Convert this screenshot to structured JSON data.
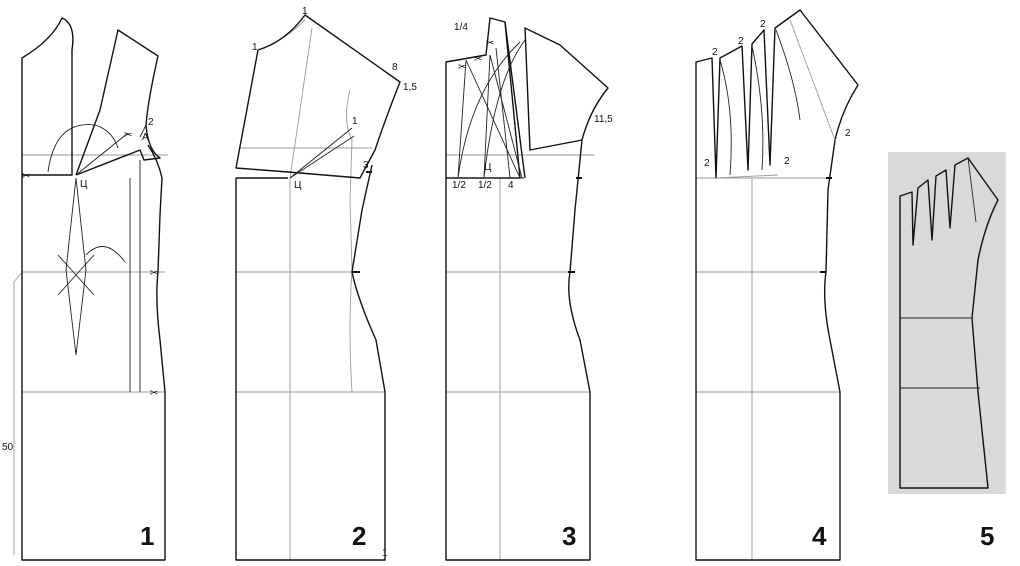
{
  "panels": [
    {
      "number": "1"
    },
    {
      "number": "2"
    },
    {
      "number": "3"
    },
    {
      "number": "4"
    },
    {
      "number": "5"
    }
  ],
  "labels": {
    "p1_two": "2",
    "p1_a": "А",
    "p1_c": "Ц",
    "p1_fifty": "50",
    "p2_one_top": "1",
    "p2_one_left": "1",
    "p2_eight": "8",
    "p2_onefive": "1,5",
    "p2_one_mid": "1",
    "p2_three": "3",
    "p2_c": "Ц",
    "p2_one_bottom": "1",
    "p3_quarter": "1/4",
    "p3_c": "Ц",
    "p3_half_a": "1/2",
    "p3_half_b": "1/2",
    "p3_four": "4",
    "p3_elevenfive": "11,5",
    "p4_two_a": "2",
    "p4_two_b": "2",
    "p4_two_c": "2",
    "p4_two_d": "2",
    "p4_two_e": "2",
    "p4_two_f": "2"
  },
  "colors": {
    "line": "#111111",
    "guide": "#9a9a9a",
    "panel5_background": "#d9d9d9"
  }
}
